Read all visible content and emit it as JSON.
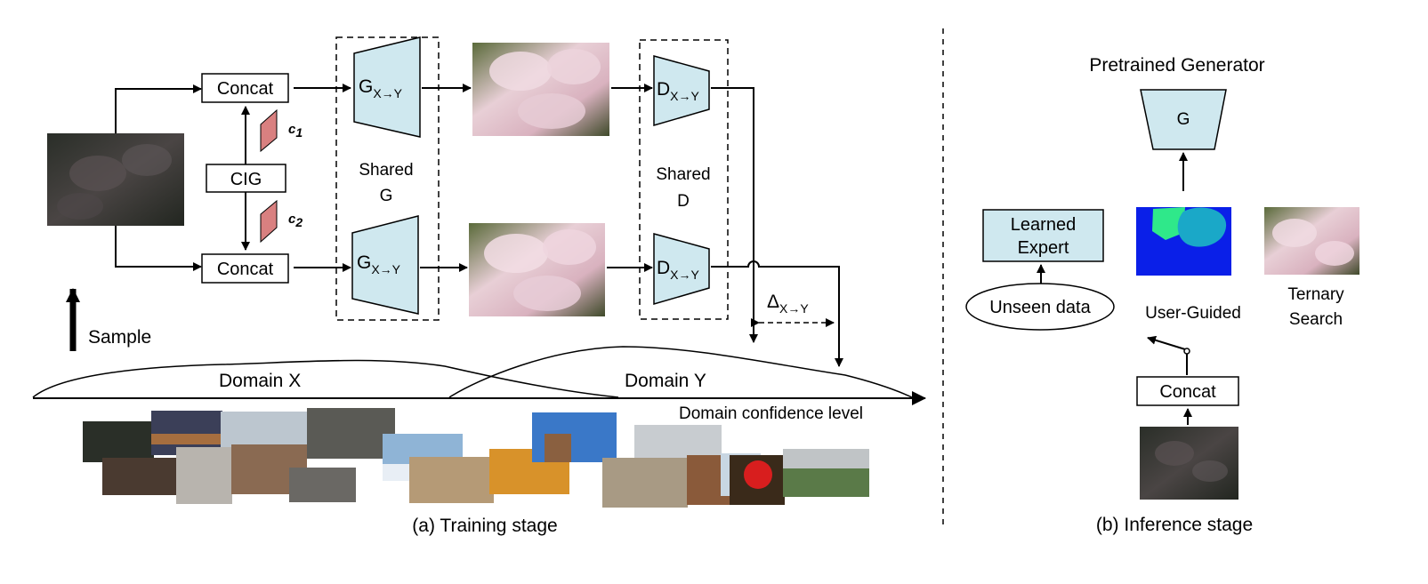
{
  "training": {
    "caption": "(a) Training stage",
    "concat_top": "Concat",
    "concat_bottom": "Concat",
    "cig": "CIG",
    "c1": "c",
    "c1_sub": "1",
    "c2": "c",
    "c2_sub": "2",
    "gen_top_main": "G",
    "gen_top_sub": "X→Y",
    "gen_bottom_main": "G",
    "gen_bottom_sub": "X→Y",
    "shared_g_line1": "Shared",
    "shared_g_line2": "G",
    "disc_top_main": "D",
    "disc_top_sub": "X→Y",
    "disc_bottom_main": "D",
    "disc_bottom_sub": "X→Y",
    "shared_d_line1": "Shared",
    "shared_d_line2": "D",
    "delta_main": "Δ",
    "delta_sub": "X→Y",
    "sample": "Sample",
    "domain_x": "Domain X",
    "domain_y": "Domain Y",
    "axis_label": "Domain confidence level"
  },
  "inference": {
    "caption": "(b) Inference stage",
    "pretrained_title": "Pretrained Generator",
    "gen_label": "G",
    "learned_expert_line1": "Learned",
    "learned_expert_line2": "Expert",
    "unseen": "Unseen data",
    "user_guided": "User-Guided",
    "ternary_line1": "Ternary",
    "ternary_line2": "Search",
    "concat": "Concat"
  },
  "colors": {
    "generator_fill": "#cfe8ef",
    "condition_fill": "#d98080",
    "seg_blue": "#0a1fe8",
    "seg_green": "#2fe88a",
    "seg_teal": "#1aa8c8"
  }
}
